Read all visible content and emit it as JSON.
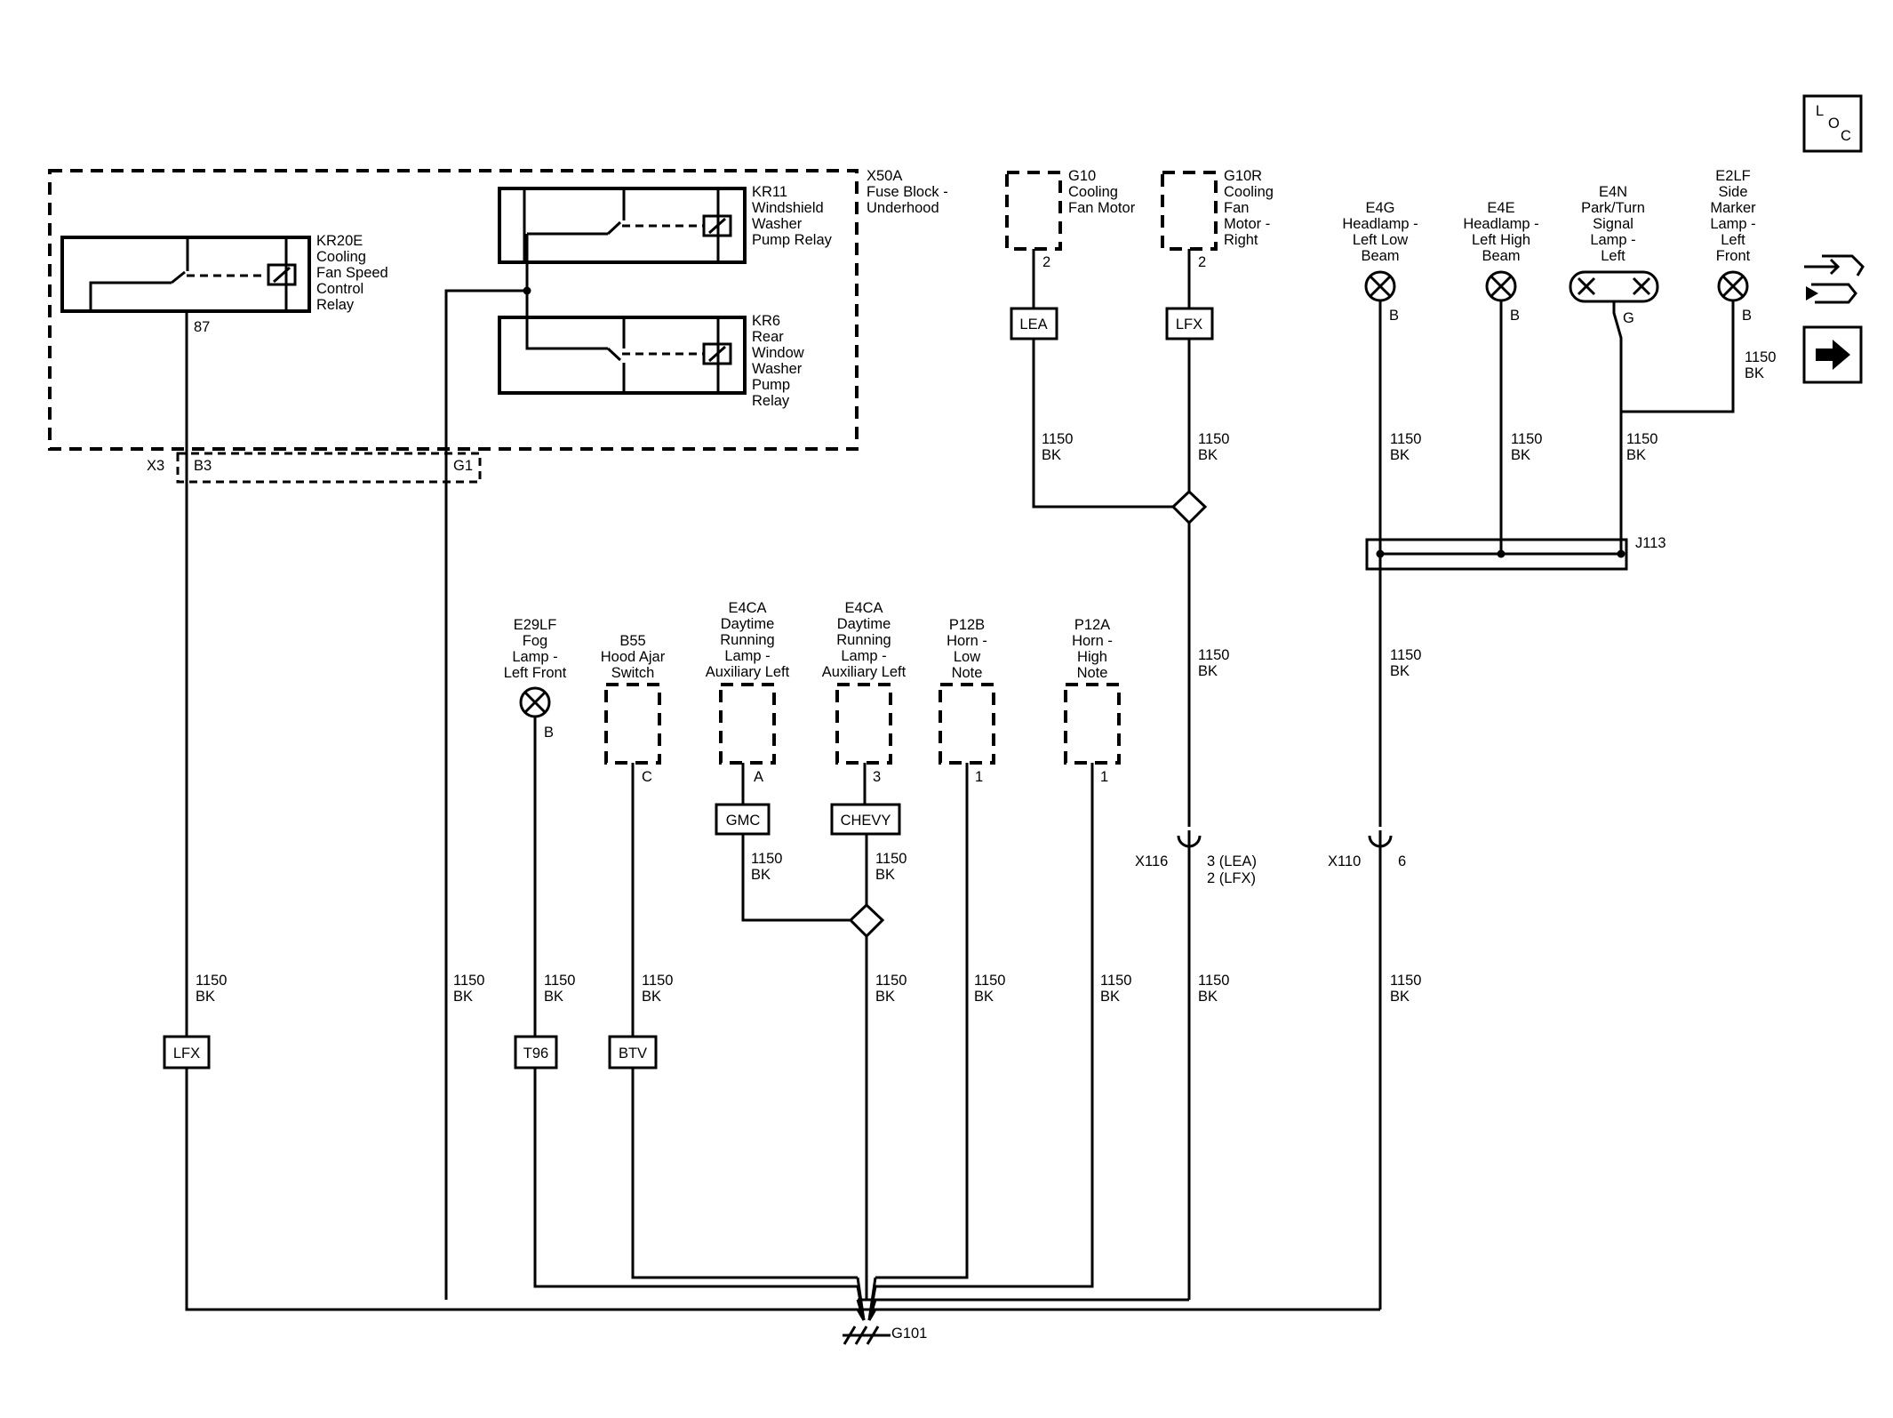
{
  "components": {
    "x50a": {
      "ref": "X50A",
      "desc": [
        "Fuse Block -",
        "Underhood"
      ]
    },
    "kr20e": {
      "ref": "KR20E",
      "desc": [
        "Cooling",
        "Fan Speed",
        "Control",
        "Relay"
      ],
      "pin": "87"
    },
    "kr11": {
      "ref": "KR11",
      "desc": [
        "Windshield",
        "Washer",
        "Pump Relay"
      ]
    },
    "kr6": {
      "ref": "KR6",
      "desc": [
        "Rear",
        "Window",
        "Washer",
        "Pump",
        "Relay"
      ]
    },
    "g10": {
      "ref": "G10",
      "desc": [
        "Cooling",
        "Fan Motor"
      ],
      "pin": "2"
    },
    "g10r": {
      "ref": "G10R",
      "desc": [
        "Cooling",
        "Fan",
        "Motor -",
        "Right"
      ],
      "pin": "2"
    },
    "e4g": {
      "ref": "E4G",
      "desc": [
        "Headlamp -",
        "Left Low",
        "Beam"
      ],
      "pin": "B"
    },
    "e4e": {
      "ref": "E4E",
      "desc": [
        "Headlamp -",
        "Left High",
        "Beam"
      ],
      "pin": "B"
    },
    "e4n": {
      "ref": "E4N",
      "desc": [
        "Park/Turn",
        "Signal",
        "Lamp -",
        "Left"
      ],
      "pin": "G"
    },
    "e2lf": {
      "ref": "E2LF",
      "desc": [
        "Side",
        "Marker",
        "Lamp -",
        "Left",
        "Front"
      ],
      "pin": "B"
    },
    "e29lf": {
      "ref": "E29LF",
      "desc": [
        "Fog",
        "Lamp -",
        "Left Front"
      ],
      "pin": "B"
    },
    "b55": {
      "ref": "B55",
      "desc": [
        "Hood Ajar",
        "Switch"
      ],
      "pin": "C"
    },
    "e4ca_a": {
      "ref": "E4CA",
      "desc": [
        "Daytime",
        "Running",
        "Lamp -",
        "Auxiliary Left"
      ],
      "pin": "A"
    },
    "e4ca_b": {
      "ref": "E4CA",
      "desc": [
        "Daytime",
        "Running",
        "Lamp -",
        "Auxiliary Left"
      ],
      "pin": "3"
    },
    "p12b": {
      "ref": "P12B",
      "desc": [
        "Horn -",
        "Low",
        "Note"
      ],
      "pin": "1"
    },
    "p12a": {
      "ref": "P12A",
      "desc": [
        "Horn -",
        "High",
        "Note"
      ],
      "pin": "1"
    }
  },
  "connectors": {
    "x3": "X3",
    "b3": "B3",
    "g1": "G1",
    "x116": "X116",
    "x116_pins": [
      "3 (LEA)",
      "2 (LFX)"
    ],
    "x110": "X110",
    "x110_pin": "6",
    "j113": "J113"
  },
  "options": {
    "lea": "LEA",
    "lfx_top": "LFX",
    "gmc": "GMC",
    "chevy": "CHEVY",
    "lfx_bottom": "LFX",
    "t96": "T96",
    "btv": "BTV"
  },
  "wire_label": [
    "1150",
    "BK"
  ],
  "ground": "G101",
  "nav": {
    "loc_letters": [
      "L",
      "O",
      "C"
    ],
    "connector_icon": "connector-end-view-icon",
    "next_icon": "arrow-right-icon"
  }
}
